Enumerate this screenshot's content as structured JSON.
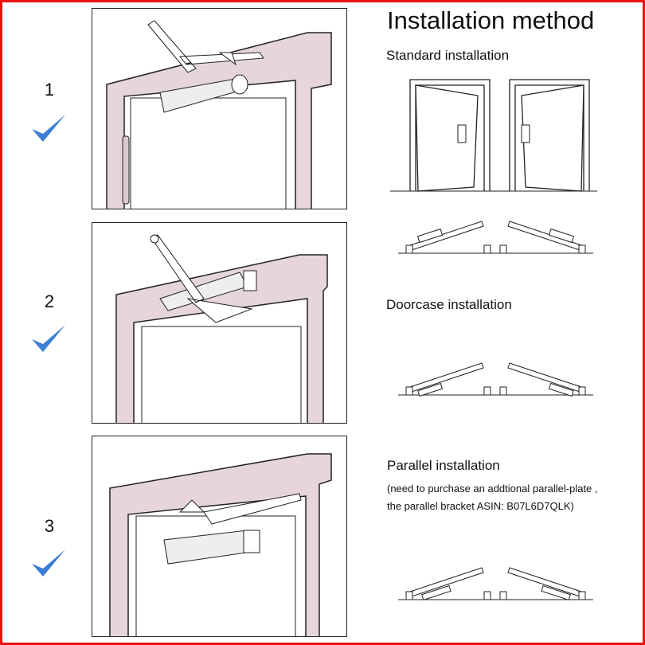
{
  "title": "Installation method",
  "steps": [
    {
      "number": "1"
    },
    {
      "number": "2"
    },
    {
      "number": "3"
    }
  ],
  "sections": [
    {
      "heading": "Standard installation"
    },
    {
      "heading": "Doorcase installation"
    },
    {
      "heading": "Parallel installation",
      "note_line1": "(need to purchase an addtional parallel-plate ,",
      "note_line2": "the parallel bracket ASIN: B07L6D7QLK)"
    }
  ],
  "colors": {
    "border": "#e8150f",
    "check": "#3b7fd4",
    "frame_fill": "#e6d6da"
  }
}
